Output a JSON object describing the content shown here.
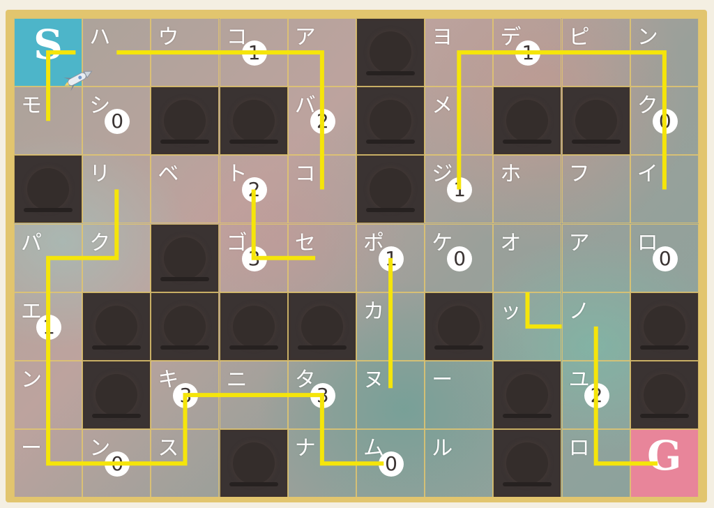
{
  "board": {
    "columns": 10,
    "rows": 7,
    "path_color": "#f5e50a",
    "start_color": "#4db5c9",
    "goal_color": "#e8859a",
    "block_color": "#3a3332",
    "cells": [
      [
        "S",
        "ハ",
        "ウ",
        "コ",
        "ア",
        "#",
        "ヨ",
        "デ",
        "ピ",
        "ン"
      ],
      [
        "モ",
        "シ",
        "#",
        "#",
        "バ",
        "#",
        "メ",
        "#",
        "#",
        "ク"
      ],
      [
        "#",
        "リ",
        "ベ",
        "ト",
        "コ",
        "#",
        "ジ",
        "ホ",
        "フ",
        "イ"
      ],
      [
        "パ",
        "ク",
        "#",
        "ゴ",
        "セ",
        "ポ",
        "ケ",
        "オ",
        "ア",
        "ロ"
      ],
      [
        "エ",
        "#",
        "#",
        "#",
        "#",
        "カ",
        "#",
        "ッ",
        "ノ",
        "#"
      ],
      [
        "ン",
        "#",
        "キ",
        "ニ",
        "タ",
        "ヌ",
        "ー",
        "#",
        "ユ",
        "#"
      ],
      [
        "ー",
        "ン",
        "ス",
        "#",
        "ナ",
        "ム",
        "ル",
        "#",
        "ロ",
        "G"
      ]
    ],
    "badges": [
      {
        "row": 0,
        "col": 3,
        "value": "1"
      },
      {
        "row": 0,
        "col": 7,
        "value": "1"
      },
      {
        "row": 1,
        "col": 1,
        "value": "0"
      },
      {
        "row": 1,
        "col": 4,
        "value": "2"
      },
      {
        "row": 1,
        "col": 9,
        "value": "0"
      },
      {
        "row": 2,
        "col": 3,
        "value": "2"
      },
      {
        "row": 2,
        "col": 6,
        "value": "1"
      },
      {
        "row": 3,
        "col": 3,
        "value": "3"
      },
      {
        "row": 3,
        "col": 5,
        "value": "1"
      },
      {
        "row": 3,
        "col": 6,
        "value": "0"
      },
      {
        "row": 3,
        "col": 9,
        "value": "0"
      },
      {
        "row": 4,
        "col": 0,
        "value": "1"
      },
      {
        "row": 5,
        "col": 2,
        "value": "3"
      },
      {
        "row": 5,
        "col": 4,
        "value": "3"
      },
      {
        "row": 5,
        "col": 8,
        "value": "2"
      },
      {
        "row": 6,
        "col": 1,
        "value": "0"
      },
      {
        "row": 6,
        "col": 5,
        "value": "0"
      }
    ],
    "paths": [
      [
        [
          0.5,
          1.5
        ],
        [
          0.5,
          0.5
        ],
        [
          0.9,
          0.5
        ]
      ],
      [
        [
          1.5,
          0.5
        ],
        [
          4.5,
          0.5
        ],
        [
          4.5,
          2.5
        ]
      ],
      [
        [
          1.5,
          2.5
        ],
        [
          1.5,
          3.5
        ],
        [
          0.5,
          3.5
        ],
        [
          0.5,
          6.5
        ],
        [
          2.5,
          6.5
        ],
        [
          2.5,
          5.5
        ],
        [
          4.5,
          5.5
        ],
        [
          4.5,
          6.5
        ],
        [
          5.4,
          6.5
        ]
      ],
      [
        [
          3.5,
          2.5
        ],
        [
          3.5,
          3.5
        ],
        [
          4.4,
          3.5
        ]
      ],
      [
        [
          5.5,
          3.5
        ],
        [
          5.5,
          5.4
        ]
      ],
      [
        [
          6.5,
          2.5
        ],
        [
          6.5,
          0.5
        ],
        [
          9.5,
          0.5
        ],
        [
          9.5,
          2.5
        ]
      ],
      [
        [
          7.5,
          4.0
        ],
        [
          7.5,
          4.5
        ],
        [
          8.0,
          4.5
        ]
      ],
      [
        [
          8.5,
          4.5
        ],
        [
          8.5,
          6.5
        ],
        [
          9.4,
          6.5
        ]
      ]
    ]
  }
}
